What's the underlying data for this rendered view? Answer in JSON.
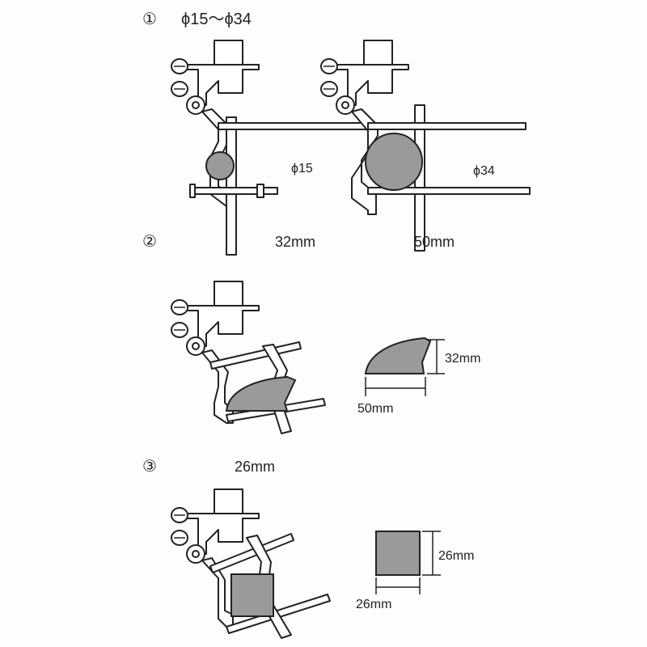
{
  "sections": [
    {
      "marker": "①",
      "title": "ϕ15〜ϕ34",
      "left_label": "ϕ15",
      "right_label": "ϕ34"
    },
    {
      "marker": "②",
      "title_left": "32mm",
      "title_right": "50mm",
      "height_label": "32mm",
      "width_label": "50mm"
    },
    {
      "marker": "③",
      "title": "26mm",
      "height_label": "26mm",
      "width_label": "26mm"
    }
  ],
  "colors": {
    "line": "#222222",
    "object_fill": "#9a9a9a"
  }
}
